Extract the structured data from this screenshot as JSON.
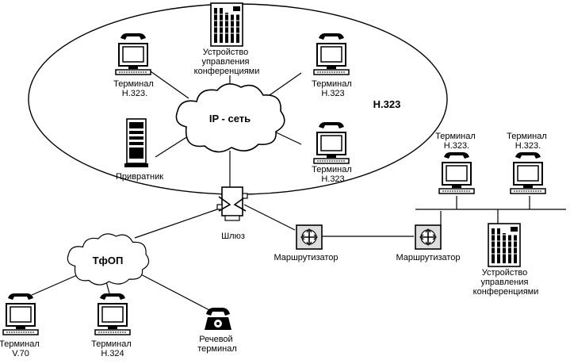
{
  "labels": {
    "h323": "H.323",
    "ip_net": "IP - сеть",
    "pstn": "ТфОП",
    "gatekeeper": "Привратник",
    "gateway": "Шлюз",
    "router1": "Маршрутизатор",
    "router2": "Маршрутизатор",
    "mcu_top": [
      "Устройство",
      "управления",
      "конференциями"
    ],
    "mcu_right": [
      "Устройство",
      "управления",
      "конференциями"
    ],
    "term_tl": [
      "Терминал",
      "H.323."
    ],
    "term_tr": [
      "Терминал",
      "H.323"
    ],
    "term_mr": [
      "Терминал",
      "H.323"
    ],
    "term_lan1": [
      "Терминал",
      "H.323."
    ],
    "term_lan2": [
      "Терминал",
      "H.323."
    ],
    "term_v70": [
      "Терминал",
      "V.70"
    ],
    "term_h324": [
      "Терминал",
      "H.324"
    ],
    "voice": [
      "Речевой",
      "терминал"
    ]
  },
  "icons": [
    "workstation-terminal",
    "desk-telephone",
    "server-rack",
    "tower-server",
    "router",
    "gateway-device",
    "cloud"
  ]
}
